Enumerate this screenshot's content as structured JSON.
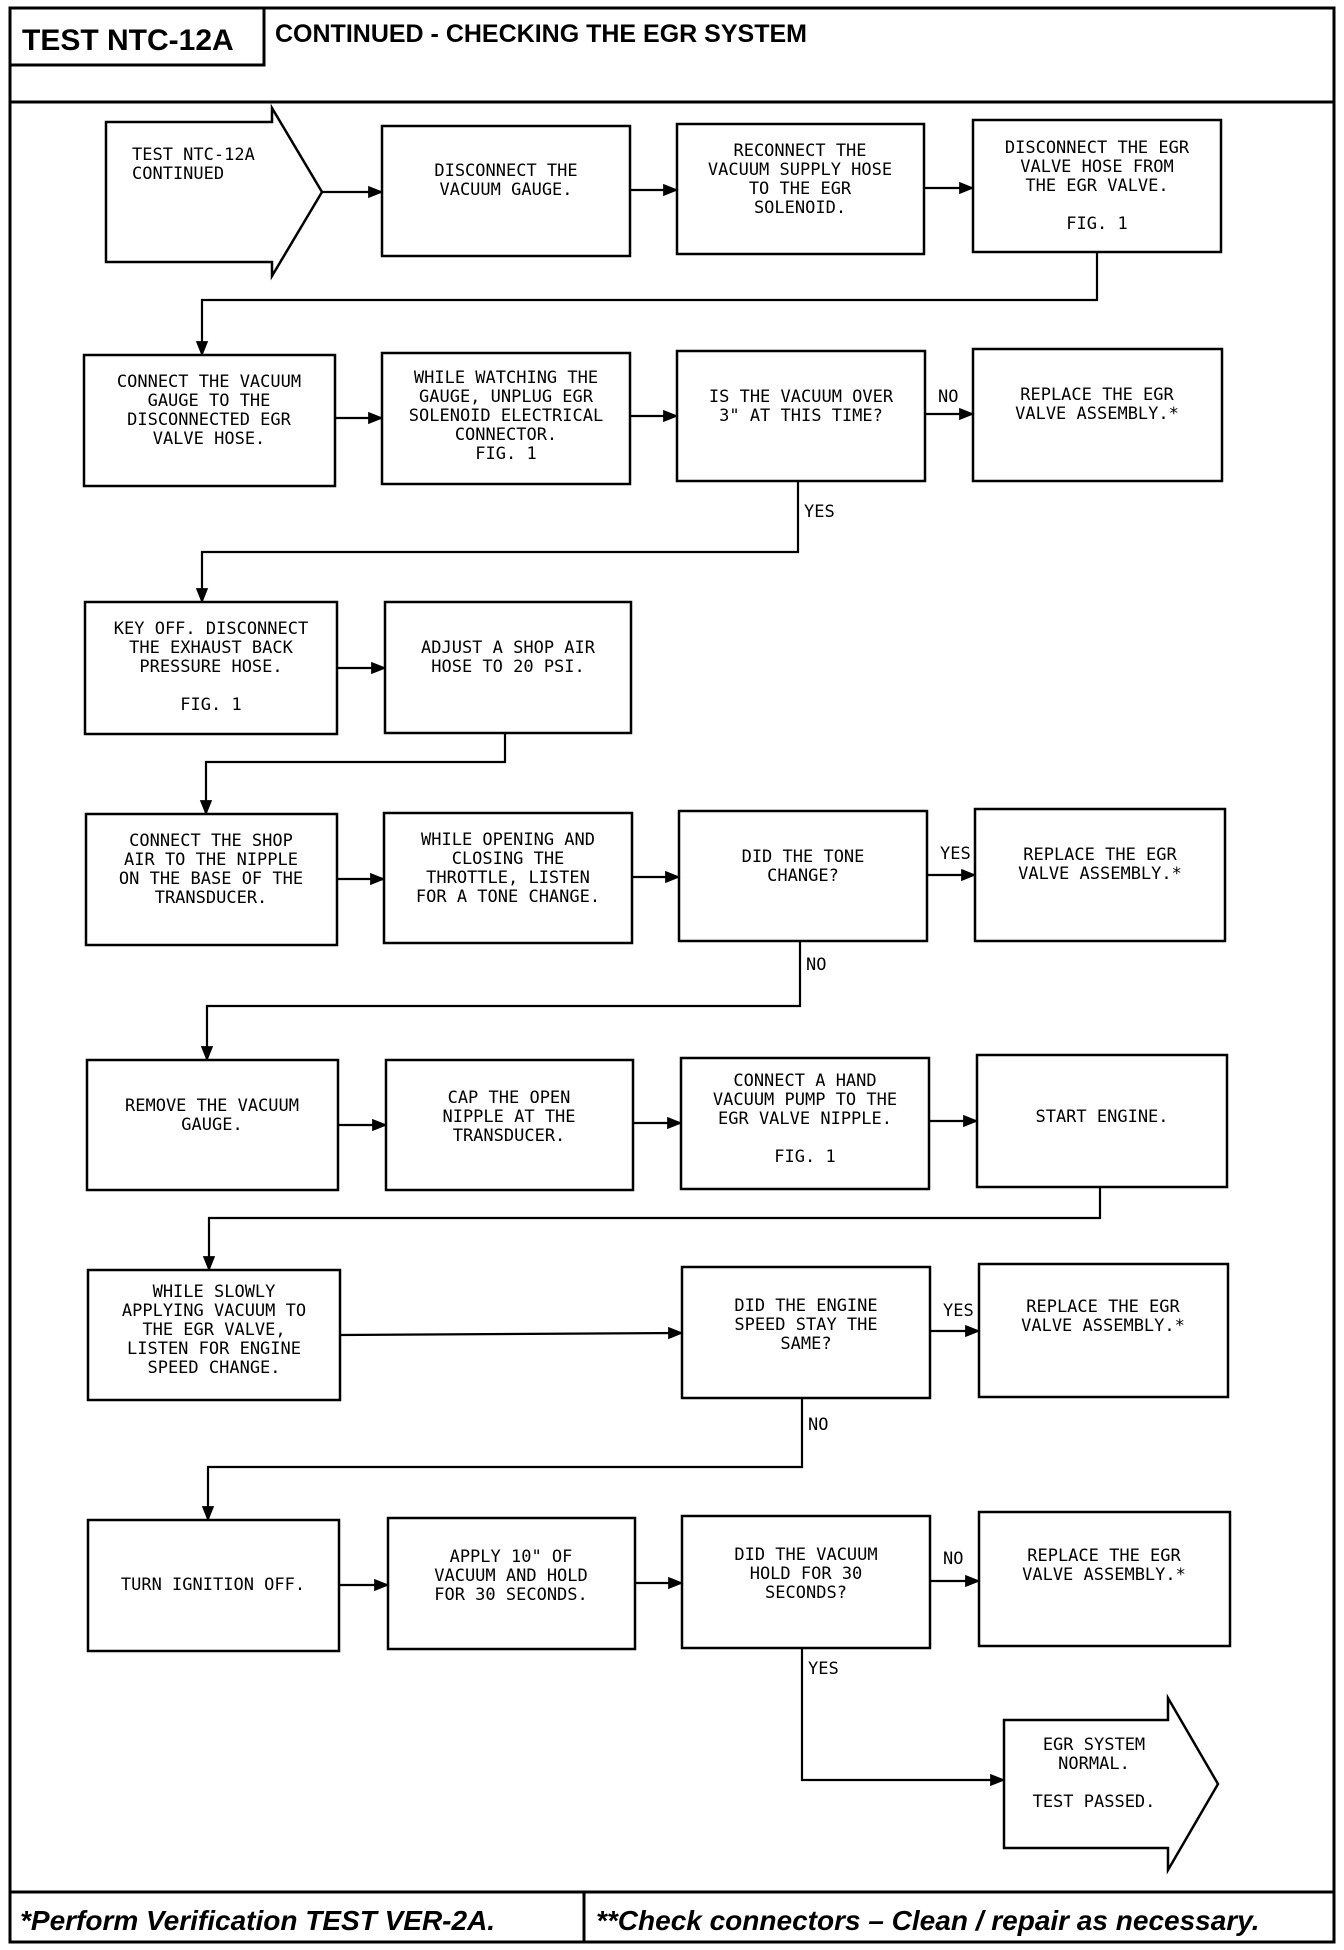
{
  "header": {
    "test_id": "TEST NTC-12A",
    "title": "CONTINUED - CHECKING THE EGR SYSTEM"
  },
  "footer": {
    "left": "*Perform Verification TEST VER-2A.",
    "right": "**Check connectors – Clean / repair as necessary."
  },
  "nodes": {
    "start": [
      "TEST NTC-12A",
      "CONTINUED"
    ],
    "n1_2": [
      "DISCONNECT THE",
      "VACUUM GAUGE."
    ],
    "n1_3": [
      "RECONNECT THE",
      "VACUUM SUPPLY HOSE",
      "TO THE EGR",
      "SOLENOID."
    ],
    "n1_4": [
      "DISCONNECT THE EGR",
      "VALVE HOSE FROM",
      "THE EGR VALVE.",
      "",
      "FIG. 1"
    ],
    "n2_1": [
      "CONNECT THE VACUUM",
      "GAUGE TO THE",
      "DISCONNECTED EGR",
      "VALVE HOSE."
    ],
    "n2_2": [
      "WHILE WATCHING THE",
      "GAUGE, UNPLUG EGR",
      "SOLENOID ELECTRICAL",
      "CONNECTOR.",
      "FIG. 1"
    ],
    "n2_3": [
      "IS THE VACUUM OVER",
      "3\" AT THIS TIME?"
    ],
    "n2_4": [
      "REPLACE THE EGR",
      "VALVE ASSEMBLY.*"
    ],
    "n3_1": [
      "KEY OFF. DISCONNECT",
      "THE EXHAUST BACK",
      "PRESSURE HOSE.",
      "",
      "FIG. 1"
    ],
    "n3_2": [
      "ADJUST A SHOP AIR",
      "HOSE TO 20 PSI."
    ],
    "n4_1": [
      "CONNECT THE SHOP",
      "AIR TO THE NIPPLE",
      "ON THE BASE OF THE",
      "TRANSDUCER."
    ],
    "n4_2": [
      "WHILE OPENING AND",
      "CLOSING THE",
      "THROTTLE, LISTEN",
      "FOR A TONE CHANGE."
    ],
    "n4_3": [
      "DID THE TONE",
      "CHANGE?"
    ],
    "n4_4": [
      "REPLACE THE EGR",
      "VALVE ASSEMBLY.*"
    ],
    "n5_1": [
      "REMOVE THE VACUUM",
      "GAUGE."
    ],
    "n5_2": [
      "CAP THE OPEN",
      "NIPPLE AT THE",
      "TRANSDUCER."
    ],
    "n5_3": [
      "CONNECT A HAND",
      "VACUUM PUMP TO THE",
      "EGR VALVE NIPPLE.",
      "",
      "FIG. 1"
    ],
    "n5_4": [
      "START ENGINE."
    ],
    "n6_1": [
      "WHILE SLOWLY",
      "APPLYING VACUUM TO",
      "THE EGR VALVE,",
      "LISTEN FOR ENGINE",
      "SPEED CHANGE."
    ],
    "n6_3": [
      "DID THE ENGINE",
      "SPEED STAY THE",
      "SAME?"
    ],
    "n6_4": [
      "REPLACE THE EGR",
      "VALVE ASSEMBLY.*"
    ],
    "n7_1": [
      "TURN IGNITION OFF."
    ],
    "n7_2": [
      "APPLY 10\" OF",
      "VACUUM AND HOLD",
      "FOR 30 SECONDS."
    ],
    "n7_3": [
      "DID THE VACUUM",
      "HOLD FOR 30",
      "SECONDS?"
    ],
    "n7_4": [
      "REPLACE THE EGR",
      "VALVE ASSEMBLY.*"
    ],
    "end": [
      "EGR SYSTEM",
      "NORMAL.",
      "",
      "TEST PASSED."
    ]
  },
  "edge_labels": {
    "q1_no": "NO",
    "q1_yes": "YES",
    "q2_yes": "YES",
    "q2_no": "NO",
    "q3_yes": "YES",
    "q3_no": "NO",
    "q4_no": "NO",
    "q4_yes": "YES"
  }
}
